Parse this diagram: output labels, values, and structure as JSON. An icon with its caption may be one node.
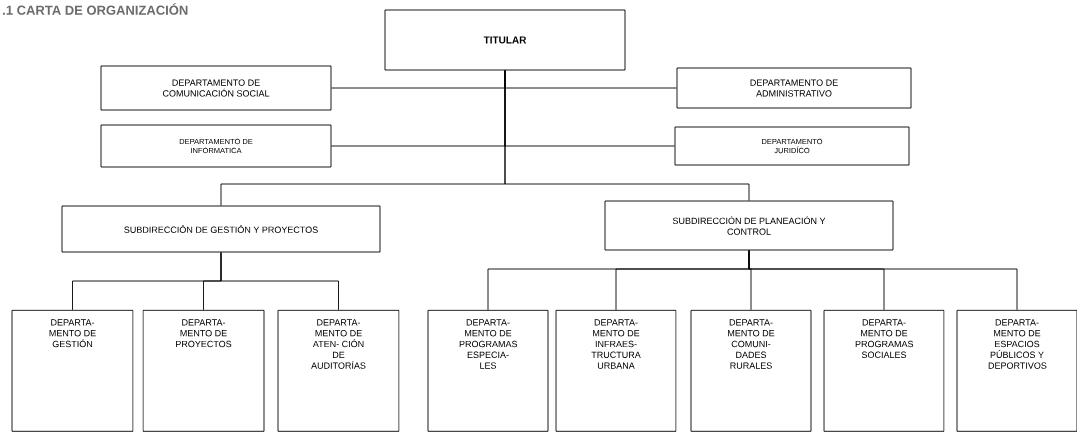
{
  "diagram": {
    "title": ".1 CARTA DE ORGANIZACIÓN",
    "nodes": [
      {
        "text": [
          "TITULAR"
        ]
      },
      {
        "text": [
          "DEPARTAMENTO DE COMUNICACIÓN SOCIAL"
        ]
      },
      {
        "text": [
          "DEPARTAMENTO DE ADMINISTRATIVO"
        ]
      },
      {
        "text": [
          "DEPARTAMENTO DE INFORMATICA"
        ]
      },
      {
        "text": [
          "DEPARTAMENTO JURIDÍCO"
        ]
      },
      {
        "text": [
          "SUBDIRECCIÓN DE GESTIÓN Y PROYECTOS"
        ]
      },
      {
        "text": [
          "SUBDIRECCIÓN DE PLANEACIÓN Y CONTROL"
        ]
      },
      {
        "text": [
          "DEPARTA- MENTO DE GESTIÓN"
        ]
      },
      {
        "text": [
          "DEPARTA- MENTO DE PROYECTOS"
        ]
      },
      {
        "text": [
          "DEPARTA- MENTO DE ATEN- CIÓN DE AUDITORÍAS"
        ]
      },
      {
        "text": [
          "DEPARTA- MENTO DE PROGRAMAS ESPECIA-LES"
        ]
      },
      {
        "text": [
          "DEPARTA- MENTO DE INFRAES- TRUCTURA URBANA"
        ]
      },
      {
        "text": [
          "DEPARTA- MENTO DE COMUNI- DADES RURALES"
        ]
      },
      {
        "text": [
          "DEPARTA- MENTO DE PROGRAMAS SOCIALES"
        ]
      },
      {
        "text": [
          "DEPARTA- MENTO DE ESPACIOS PÚBLICOS Y DEPORTIVOS"
        ]
      }
    ],
    "edges": [
      {
        "from": 0,
        "to": 1,
        "arrow": "none"
      },
      {
        "from": 0,
        "to": 2,
        "arrow": "none"
      },
      {
        "from": 0,
        "to": 3,
        "arrow": "none"
      },
      {
        "from": 0,
        "to": 4,
        "arrow": "none"
      },
      {
        "from": 0,
        "to": 5,
        "arrow": "none"
      },
      {
        "from": 0,
        "to": 6,
        "arrow": "none"
      },
      {
        "from": 5,
        "to": 7,
        "arrow": "none"
      },
      {
        "from": 5,
        "to": 8,
        "arrow": "none"
      },
      {
        "from": 5,
        "to": 9,
        "arrow": "none"
      },
      {
        "from": 6,
        "to": 10,
        "arrow": "none"
      },
      {
        "from": 6,
        "to": 11,
        "arrow": "none"
      },
      {
        "from": 6,
        "to": 12,
        "arrow": "none"
      },
      {
        "from": 6,
        "to": 13,
        "arrow": "none"
      },
      {
        "from": 6,
        "to": 14,
        "arrow": "none"
      }
    ]
  }
}
